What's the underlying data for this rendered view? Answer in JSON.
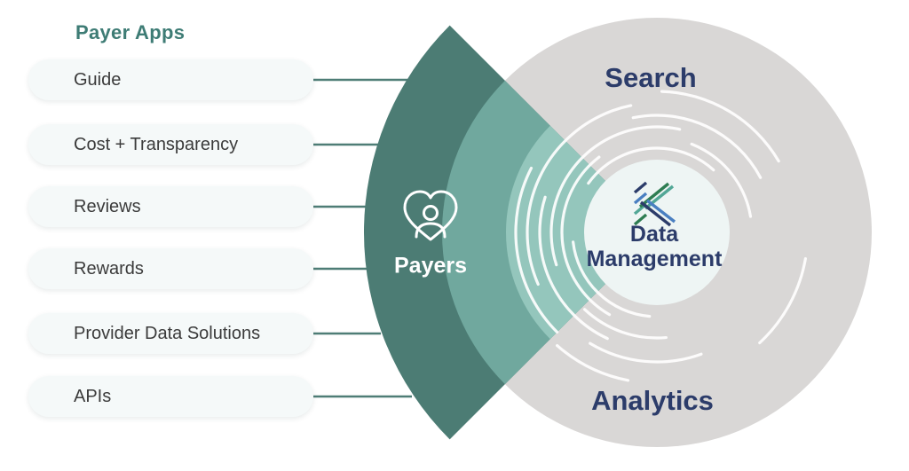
{
  "sidebar": {
    "title": "Payer Apps",
    "apps": [
      {
        "label": "Guide"
      },
      {
        "label": "Cost + Transparency"
      },
      {
        "label": "Reviews"
      },
      {
        "label": "Rewards"
      },
      {
        "label": "Provider Data Solutions"
      },
      {
        "label": "APIs"
      }
    ]
  },
  "diagram": {
    "outer_top_label": "Search",
    "outer_bottom_label": "Analytics",
    "wedge_label": "Payers",
    "wedge_icon": "heart-person-icon",
    "center_label_line1": "Data",
    "center_label_line2": "Management",
    "center_logo": "kyruus-k-logo"
  },
  "colors": {
    "dark_teal": "#4C7C74",
    "medium_teal": "#70A89E",
    "light_teal": "#94C6BC",
    "circle_gray": "#D9D7D6",
    "center_bg": "#EEF5F4",
    "navy": "#2C3C6A",
    "heading_teal": "#3E7C75",
    "pill_bg": "#F5F9F9",
    "pill_text": "#3B3B3B",
    "connector": "#4E7D76",
    "arc_white": "#FFFFFF",
    "logo_navy": "#2C3C6A",
    "logo_blue": "#4A7FC1",
    "logo_teal": "#52A796",
    "logo_green": "#2E7D52"
  }
}
